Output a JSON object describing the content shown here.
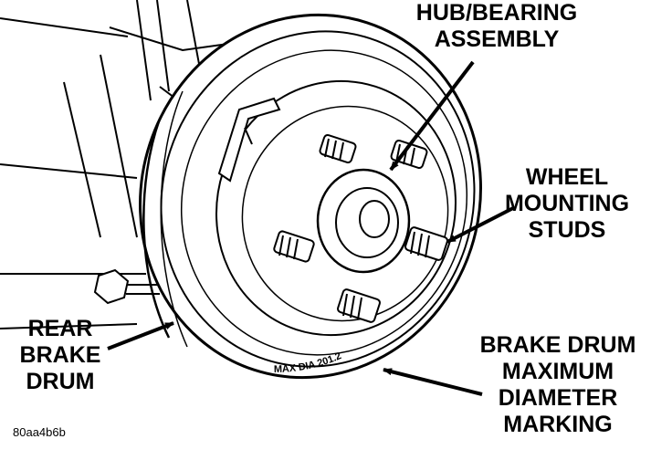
{
  "labels": {
    "hub_bearing": [
      "HUB/BEARING",
      "ASSEMBLY"
    ],
    "wheel_studs": [
      "WHEEL",
      "MOUNTING",
      "STUDS"
    ],
    "rear_drum": [
      "REAR",
      "BRAKE",
      "DRUM"
    ],
    "max_diameter": [
      "BRAKE DRUM",
      "MAXIMUM",
      "DIAMETER",
      "MARKING"
    ]
  },
  "drum_marking": "MAX DIA 201.2",
  "figure_id": "80aa4b6b",
  "colors": {
    "ink": "#000000",
    "paper": "#ffffff"
  }
}
